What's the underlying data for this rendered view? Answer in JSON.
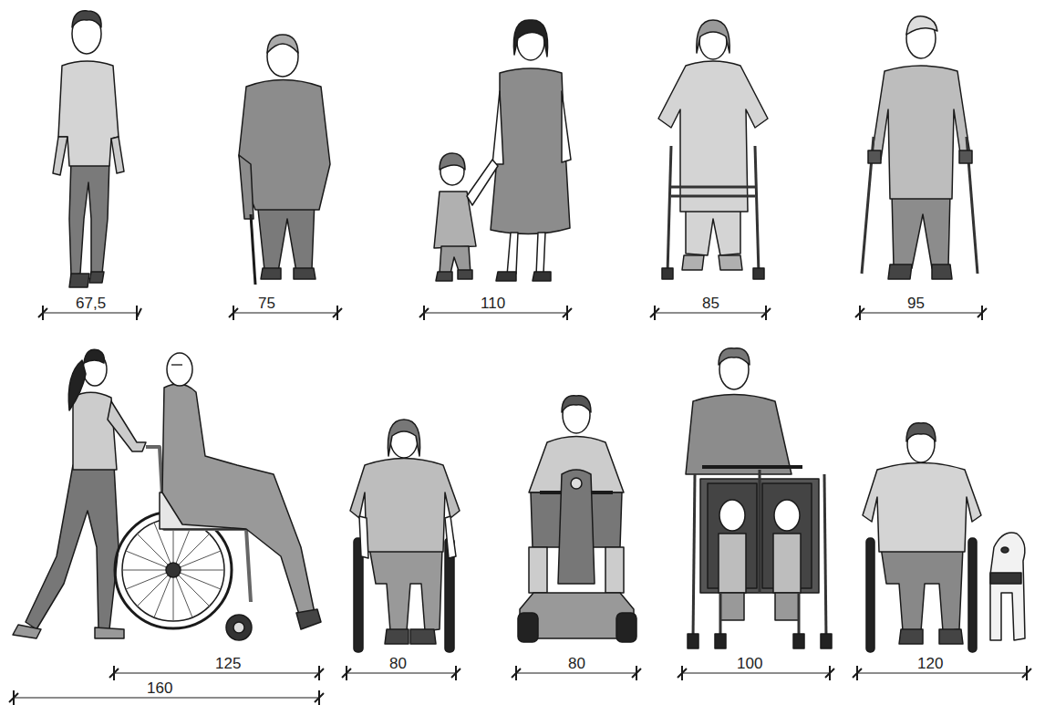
{
  "diagram": {
    "labels": [
      "67,5",
      "75",
      "110",
      "85",
      "95",
      "125",
      "160",
      "80",
      "80",
      "100",
      "120"
    ]
  }
}
